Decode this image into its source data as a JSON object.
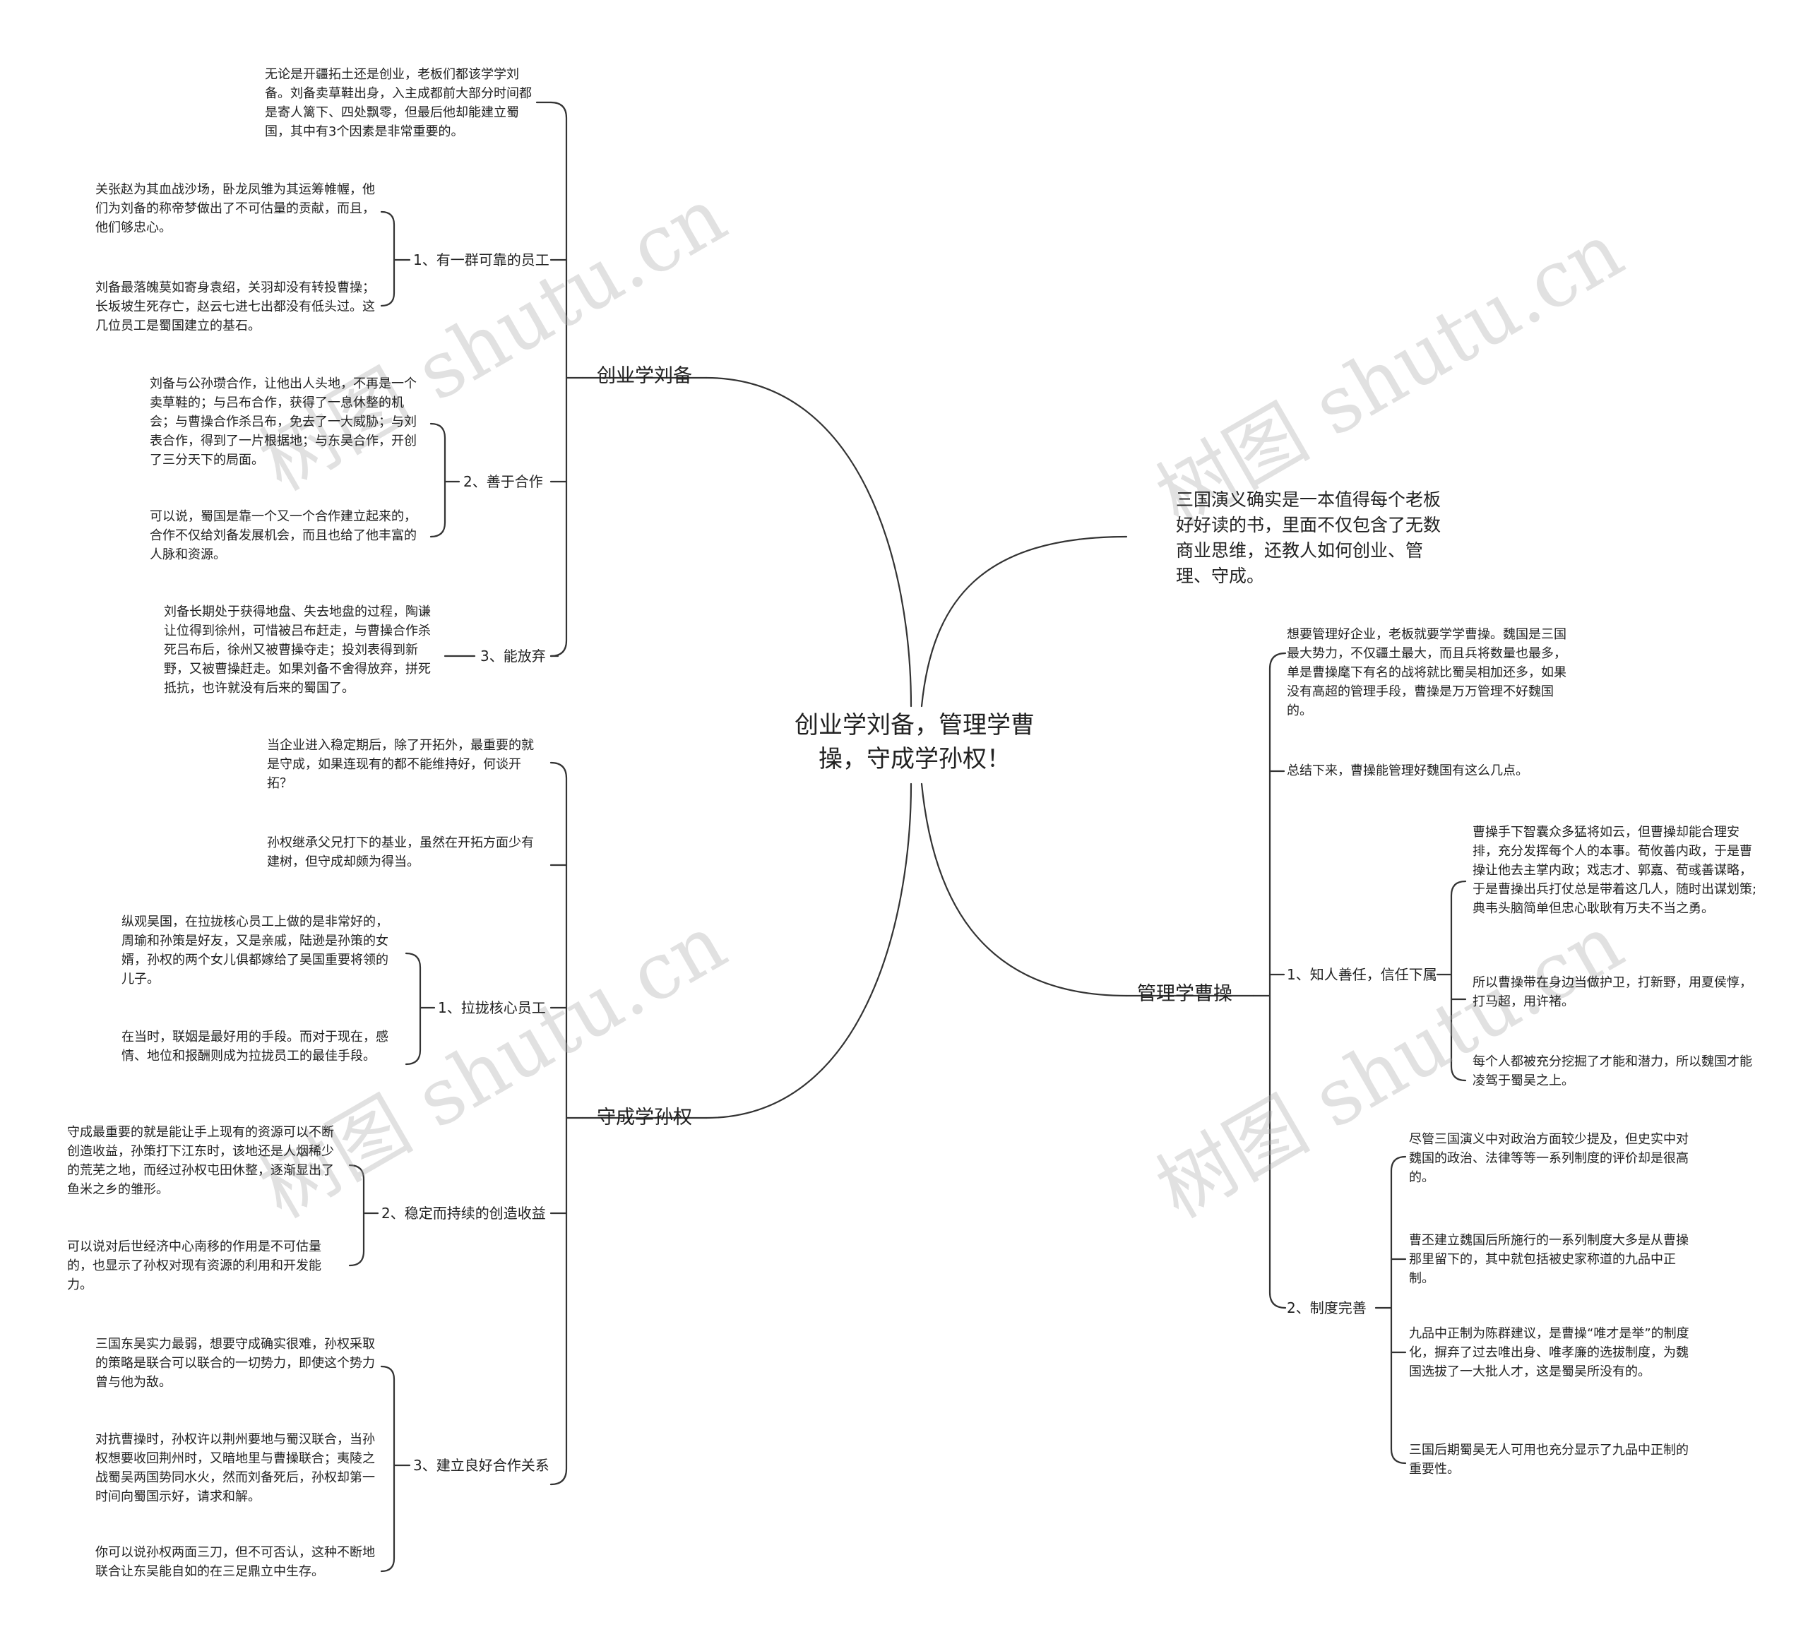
{
  "root": {
    "title": "创业学刘备，管理学曹操，守成学孙权！"
  },
  "intro": {
    "text": "三国演义确实是一本值得每个老板好好读的书，里面不仅包含了无数商业思维，还教人如何创业、管理、守成。"
  },
  "branches": {
    "liubei": {
      "label": "创业学刘备",
      "intro": "无论是开疆拓土还是创业，老板们都该学学刘备。刘备卖草鞋出身，入主成都前大部分时间都是寄人篱下、四处飘零，但最后他却能建立蜀国，其中有3个因素是非常重要的。",
      "s1": {
        "label": "1、有一群可靠的员工",
        "a": "关张赵为其血战沙场，卧龙凤雏为其运筹帷幄，他们为刘备的称帝梦做出了不可估量的贡献，而且，他们够忠心。",
        "b": "刘备最落魄莫如寄身袁绍，关羽却没有转投曹操；长坂坡生死存亡，赵云七进七出都没有低头过。这几位员工是蜀国建立的基石。"
      },
      "s2": {
        "label": "2、善于合作",
        "a": "刘备与公孙瓒合作，让他出人头地，不再是一个卖草鞋的；与吕布合作，获得了一息休整的机会；与曹操合作杀吕布，免去了一大威胁；与刘表合作，得到了一片根据地；与东吴合作，开创了三分天下的局面。",
        "b": "可以说，蜀国是靠一个又一个合作建立起来的，合作不仅给刘备发展机会，而且也给了他丰富的人脉和资源。"
      },
      "s3": {
        "label": "3、能放弃",
        "a": "刘备长期处于获得地盘、失去地盘的过程，陶谦让位得到徐州，可惜被吕布赶走，与曹操合作杀死吕布后，徐州又被曹操夺走；投刘表得到新野，又被曹操赶走。如果刘备不舍得放弃，拼死抵抗，也许就没有后来的蜀国了。"
      }
    },
    "sunquan": {
      "label": "守成学孙权",
      "intro1": "当企业进入稳定期后，除了开拓外，最重要的就是守成，如果连现有的都不能维持好，何谈开拓？",
      "intro2": "孙权继承父兄打下的基业，虽然在开拓方面少有建树，但守成却颇为得当。",
      "s1": {
        "label": "1、拉拢核心员工",
        "a": "纵观吴国，在拉拢核心员工上做的是非常好的，周瑜和孙策是好友，又是亲戚，陆逊是孙策的女婿，孙权的两个女儿俱都嫁给了吴国重要将领的儿子。",
        "b": "在当时，联姻是最好用的手段。而对于现在，感情、地位和报酬则成为拉拢员工的最佳手段。"
      },
      "s2": {
        "label": "2、稳定而持续的创造收益",
        "a": "守成最重要的就是能让手上现有的资源可以不断创造收益，孙策打下江东时，该地还是人烟稀少的荒芜之地，而经过孙权屯田休整，逐渐显出了鱼米之乡的雏形。",
        "b": "可以说对后世经济中心南移的作用是不可估量的，也显示了孙权对现有资源的利用和开发能力。"
      },
      "s3": {
        "label": "3、建立良好合作关系",
        "a": "三国东吴实力最弱，想要守成确实很难，孙权采取的策略是联合可以联合的一切势力，即使这个势力曾与他为敌。",
        "b": "对抗曹操时，孙权许以荆州要地与蜀汉联合，当孙权想要收回荆州时，又暗地里与曹操联合；夷陵之战蜀吴两国势同水火，然而刘备死后，孙权却第一时间向蜀国示好，请求和解。",
        "c": "你可以说孙权两面三刀，但不可否认，这种不断地联合让东吴能自如的在三足鼎立中生存。"
      }
    },
    "caocao": {
      "label": "管理学曹操",
      "intro1": "想要管理好企业，老板就要学学曹操。魏国是三国最大势力，不仅疆土最大，而且兵将数量也最多，单是曹操麾下有名的战将就比蜀吴相加还多，如果没有高超的管理手段，曹操是万万管理不好魏国的。",
      "intro2": "总结下来，曹操能管理好魏国有这么几点。",
      "s1": {
        "label": "1、知人善任，信任下属",
        "a": "曹操手下智囊众多猛将如云，但曹操却能合理安排，充分发挥每个人的本事。荀攸善内政，于是曹操让他去主掌内政；戏志才、郭嘉、荀彧善谋略，于是曹操出兵打仗总是带着这几人，随时出谋划策;典韦头脑简单但忠心耿耿有万夫不当之勇。",
        "b": "所以曹操带在身边当做护卫，打新野，用夏侯惇，打马超，用许褚。",
        "c": "每个人都被充分挖掘了才能和潜力，所以魏国才能凌驾于蜀吴之上。"
      },
      "s2": {
        "label": "2、制度完善",
        "a": "尽管三国演义中对政治方面较少提及，但史实中对魏国的政治、法律等等一系列制度的评价却是很高的。",
        "b": "曹丕建立魏国后所施行的一系列制度大多是从曹操那里留下的，其中就包括被史家称道的九品中正制。",
        "c": "九品中正制为陈群建议，是曹操“唯才是举”的制度化，摒弃了过去唯出身、唯孝廉的选拔制度，为魏国选拔了一大批人才，这是蜀吴所没有的。",
        "d": "三国后期蜀吴无人可用也充分显示了九品中正制的重要性。"
      }
    }
  },
  "watermark": "树图 shutu.cn",
  "colors": {
    "line": "#333333",
    "text": "#222222",
    "watermark": "#b4b4b4"
  }
}
